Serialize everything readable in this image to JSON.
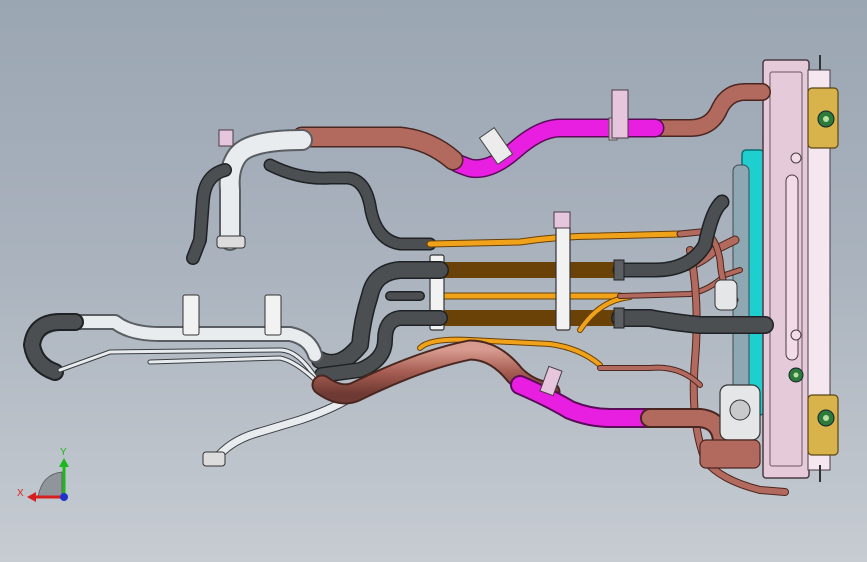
{
  "viewport": {
    "background_top": "#9ba6b3",
    "background_bottom": "#c7ccd2"
  },
  "triad": {
    "y_label": "Y",
    "x_label": "X",
    "y_color": "#1db81d",
    "x_color": "#d81f1f",
    "z_color": "#2233cc"
  },
  "model": {
    "colors": {
      "copper": "#b36a5e",
      "magenta": "#e81ee0",
      "orange": "#f0a21a",
      "dark_hose": "#4c4f52",
      "white_hose": "#e9ecee",
      "radiator_frame": "#e5cad9",
      "condenser": "#1fcfcf",
      "bracket_gold": "#d8b24a"
    },
    "parts": [
      "radiator-module",
      "upper-copper-pipe",
      "magenta-hose-upper",
      "magenta-hose-lower",
      "orange-pipe-bundle",
      "dark-hose-left",
      "white-hose-left",
      "white-pipe-lower",
      "mounting-brackets"
    ]
  }
}
